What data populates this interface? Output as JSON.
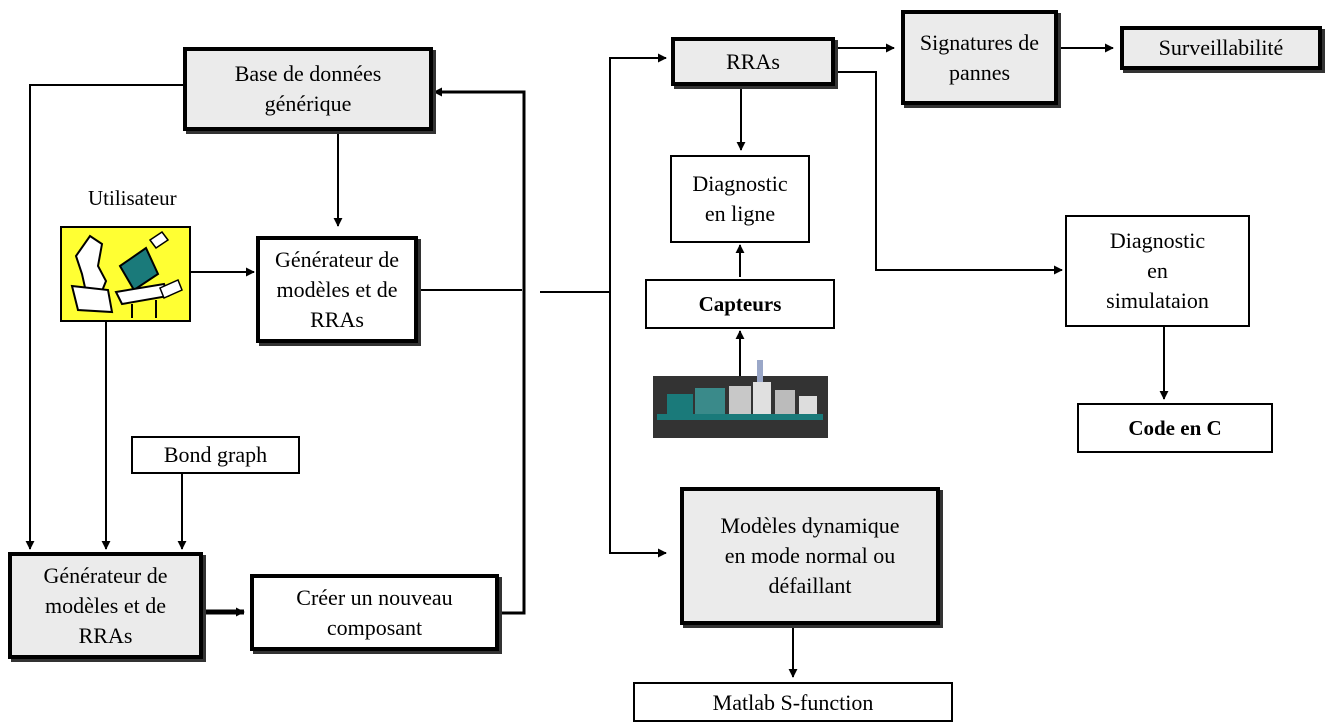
{
  "nodes": {
    "base_donnees": "Base de données\ngénérique",
    "generateur_top": "Générateur de\nmodèles et de\nRRAs",
    "utilisateur": "Utilisateur",
    "bond_graph": "Bond graph",
    "generateur_bottom": "Générateur de\nmodèles et de\nRRAs",
    "creer_composant": "Créer un nouveau\ncomposant",
    "rras": "RRAs",
    "signatures": "Signatures de\npannes",
    "surveillabilite": "Surveillabilité",
    "diagnostic_ligne": "Diagnostic\nen ligne",
    "capteurs": "Capteurs",
    "diagnostic_simulation": "Diagnostic\nen\nsimulataion",
    "code_c": "Code en C",
    "modeles_dynamique": "Modèles dynamique\nen mode normal ou\ndéfaillant",
    "matlab": "Matlab S-function"
  },
  "icons": {
    "user_illustration": "user-at-computer-icon",
    "plant_illustration": "industrial-plant-icon"
  },
  "colors": {
    "box_fill_grey": "#ebebeb",
    "user_icon_background": "#ffff33"
  }
}
